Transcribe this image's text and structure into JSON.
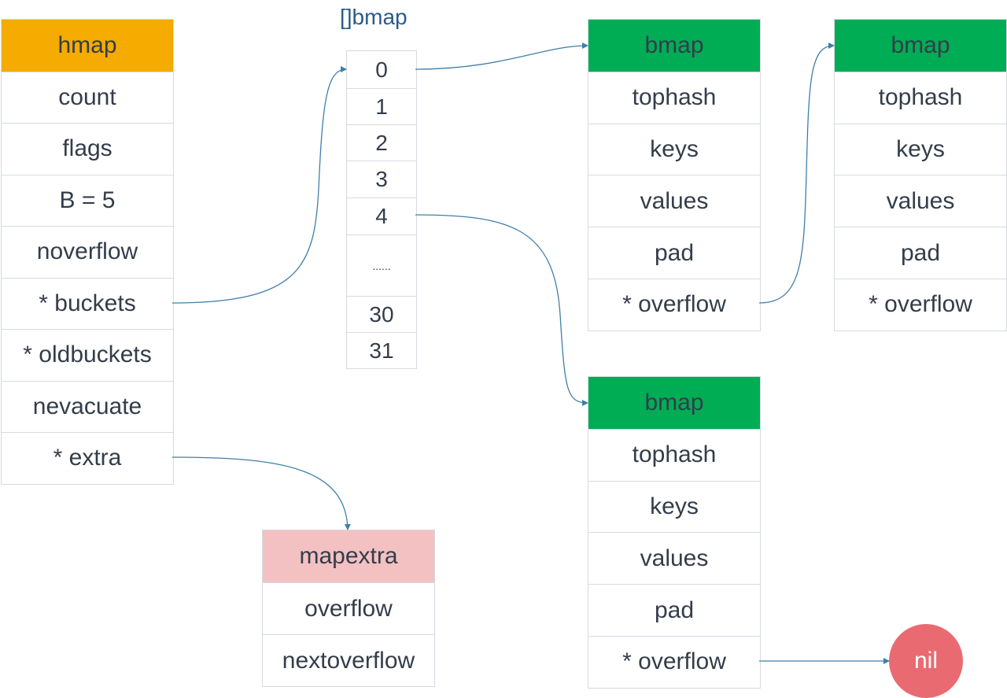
{
  "hmap": {
    "title": "hmap",
    "fields": [
      "count",
      "flags",
      "B = 5",
      "noverflow",
      "* buckets",
      "* oldbuckets",
      "nevacuate",
      "* extra"
    ]
  },
  "bucket_array": {
    "title": "[]bmap",
    "items": [
      "0",
      "1",
      "2",
      "3",
      "4",
      "......",
      "30",
      "31"
    ]
  },
  "bmap": {
    "title": "bmap",
    "fields": [
      "tophash",
      "keys",
      "values",
      "pad",
      "* overflow"
    ]
  },
  "mapextra": {
    "title": "mapextra",
    "fields": [
      "overflow",
      "nextoverflow"
    ]
  },
  "nil_label": "nil",
  "colors": {
    "hmap_header": "#f5ab00",
    "bmap_header": "#00ad55",
    "mapextra_header": "#f3c1c1",
    "nil": "#e96b71",
    "arrow": "#3f7fa8"
  }
}
